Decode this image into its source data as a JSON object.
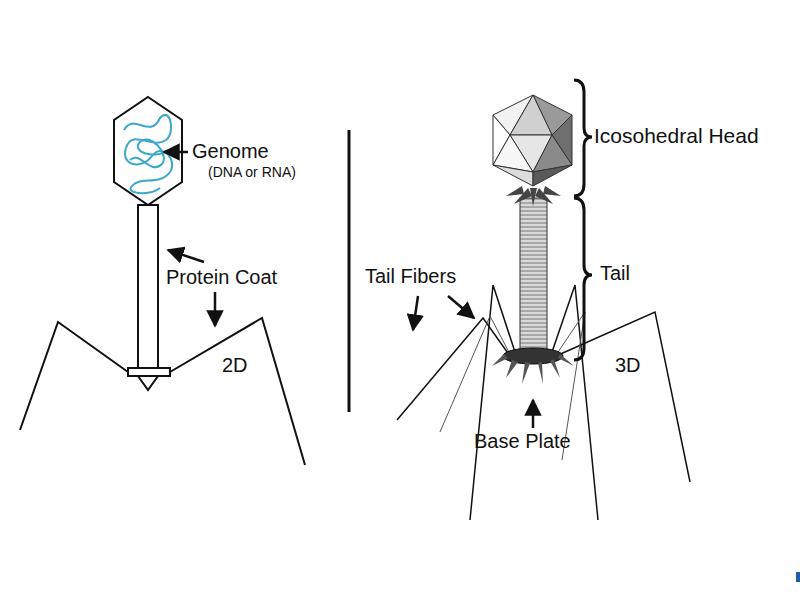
{
  "diagram": {
    "labels": [
      "Genome",
      "(DNA or RNA)",
      "Protein Coat",
      "2D",
      "Icosohedral Head",
      "Tail",
      "Tail Fibers",
      "3D",
      "Base Plate"
    ]
  }
}
